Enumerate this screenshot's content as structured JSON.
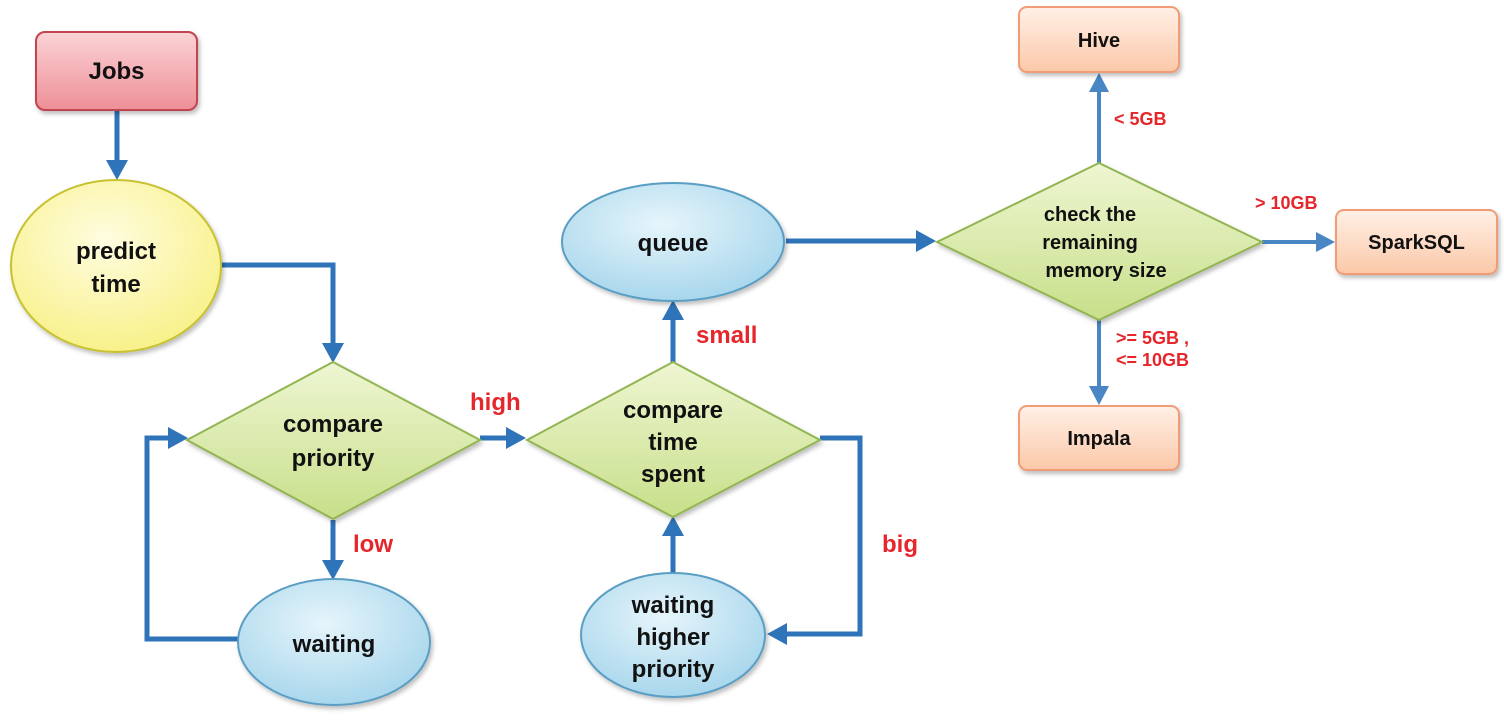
{
  "nodes": {
    "jobs": "Jobs",
    "predict_time": [
      "predict",
      "time"
    ],
    "compare_priority": [
      "compare",
      "priority"
    ],
    "waiting": "waiting",
    "compare_time_spent": [
      "compare",
      "time",
      "spent"
    ],
    "waiting_higher_priority": [
      "waiting",
      "higher",
      "priority"
    ],
    "queue": "queue",
    "check_memory": [
      "check the",
      "remaining",
      "memory size"
    ],
    "hive": "Hive",
    "sparksql": "SparkSQL",
    "impala": "Impala"
  },
  "edge_labels": {
    "high": "high",
    "low": "low",
    "small": "small",
    "big": "big",
    "lt_5gb": "< 5GB",
    "gt_10gb": "> 10GB",
    "between": [
      ">= 5GB ,",
      "<= 10GB"
    ]
  },
  "colors": {
    "flow_arrow": "#2f73b8",
    "edge_label": "#e5262b",
    "start_fill": "#f4a9ae",
    "start_stroke": "#c0454f",
    "predict_fill": "#fbf7a4",
    "predict_stroke": "#c8c230",
    "decision_fill": "#d9eaa8",
    "decision_stroke": "#93b551",
    "process_fill": "#b9dff0",
    "process_stroke": "#5a9ec4",
    "output_fill": "#fcd8c2",
    "output_stroke": "#ef9c77"
  }
}
